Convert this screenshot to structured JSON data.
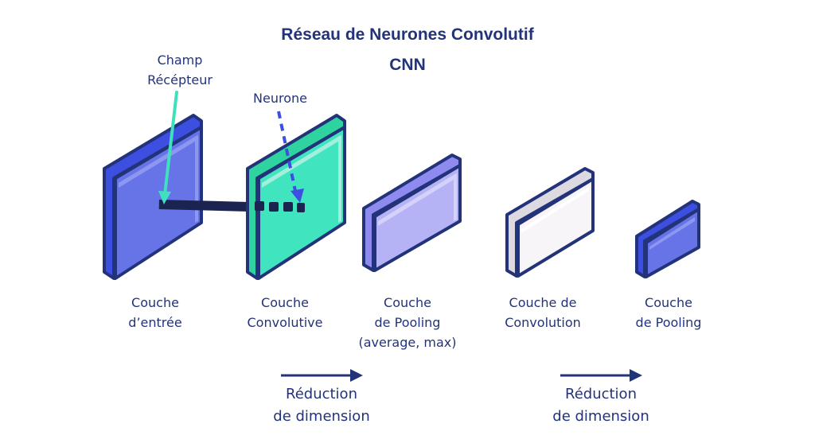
{
  "title": {
    "line1": "Réseau de Neurones Convolutif",
    "line2": "CNN"
  },
  "annotations": {
    "receptive_field": [
      "Champ",
      "Récépteur"
    ],
    "neuron": "Neurone"
  },
  "layers": [
    {
      "id": "input",
      "label": [
        "Couche",
        "d’entrée"
      ],
      "fill": "#6674E8",
      "side": "#3D4FE0",
      "highlight": "#8E97F0"
    },
    {
      "id": "convolutive",
      "label": [
        "Couche",
        "Convolutive"
      ],
      "fill": "#40E5C0",
      "side": "#2ED3A0",
      "highlight": "#A3EFDD"
    },
    {
      "id": "pooling-1",
      "label": [
        "Couche",
        "de Pooling",
        "(average, max)"
      ],
      "fill": "#B5B3F5",
      "side": "#8E8AF0",
      "highlight": "#D4D2FA"
    },
    {
      "id": "convolution",
      "label": [
        "Couche de",
        "Convolution"
      ],
      "fill": "#F7F5F7",
      "side": "#DCDAE0",
      "highlight": "#FFFFFF"
    },
    {
      "id": "pooling-2",
      "label": [
        "Couche",
        "de Pooling"
      ],
      "fill": "#6674E8",
      "side": "#3D4FE0",
      "highlight": "#8E97F0"
    }
  ],
  "reductions": [
    {
      "label": [
        "Réduction",
        "de dimension"
      ]
    },
    {
      "label": [
        "Réduction",
        "de dimension"
      ]
    }
  ],
  "colors": {
    "outline": "#23337A",
    "text": "#23337A",
    "receptive_arrow": "#3FE0BE",
    "neuron_arrow": "#3D4FE0",
    "connector": "#1B2450"
  }
}
